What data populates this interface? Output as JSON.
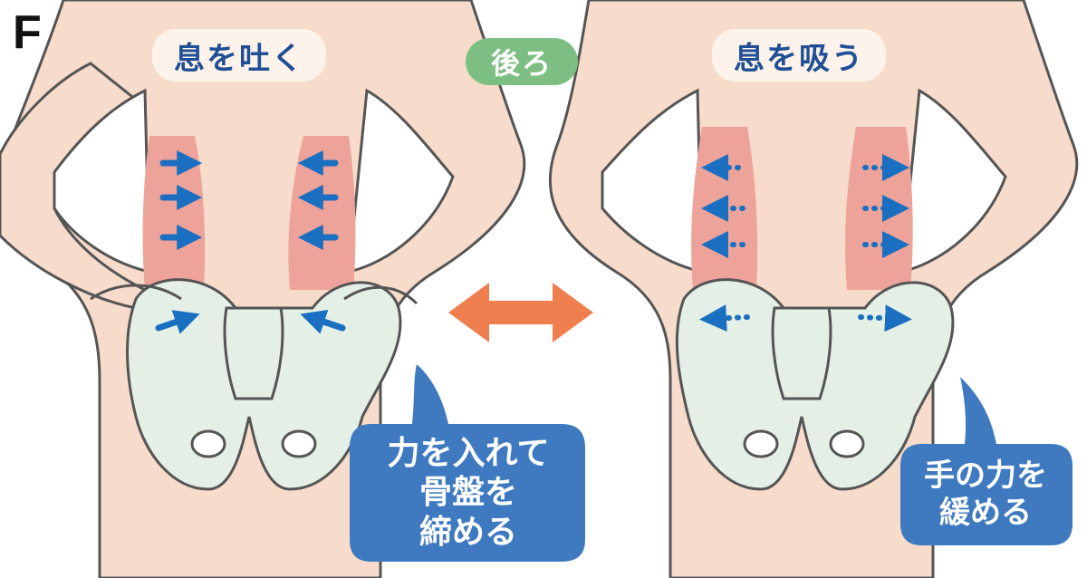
{
  "panel_letter": "F",
  "left_label": "息を吐く",
  "center_label": "後ろ",
  "right_label": "息を吸う",
  "left_bubble": {
    "lines": [
      "力を入れて",
      "骨盤を",
      "締める"
    ]
  },
  "right_bubble": {
    "lines": [
      "手の力を",
      "緩める"
    ]
  },
  "colors": {
    "skin": "#f8dccb",
    "muscle": "#eea39a",
    "bone": "#e4efe6",
    "arrow_blue": "#1a6fc0",
    "bubble": "#3f7ac0",
    "orange_arrow": "#f07f4f",
    "green_pill": "#7dbf83"
  }
}
